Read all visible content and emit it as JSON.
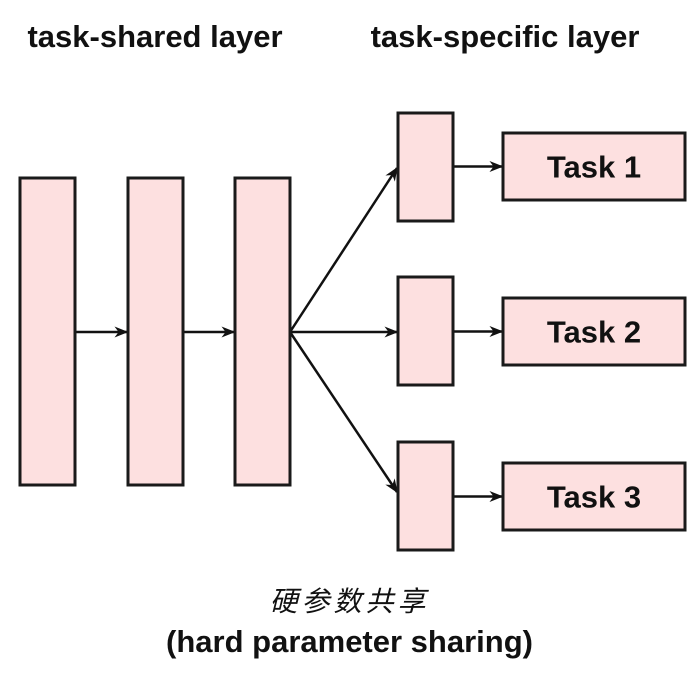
{
  "labels": {
    "shared": "task-shared layer",
    "specific": "task-specific layer"
  },
  "diagram": {
    "shared_layer_count": 3,
    "specific_layer_count": 3,
    "tasks": [
      "Task 1",
      "Task 2",
      "Task 3"
    ],
    "colors": {
      "fill": "#fde0e0",
      "stroke": "#1a1a1a"
    }
  },
  "caption": {
    "chinese": "硬参数共享",
    "english": "(hard parameter sharing)"
  }
}
